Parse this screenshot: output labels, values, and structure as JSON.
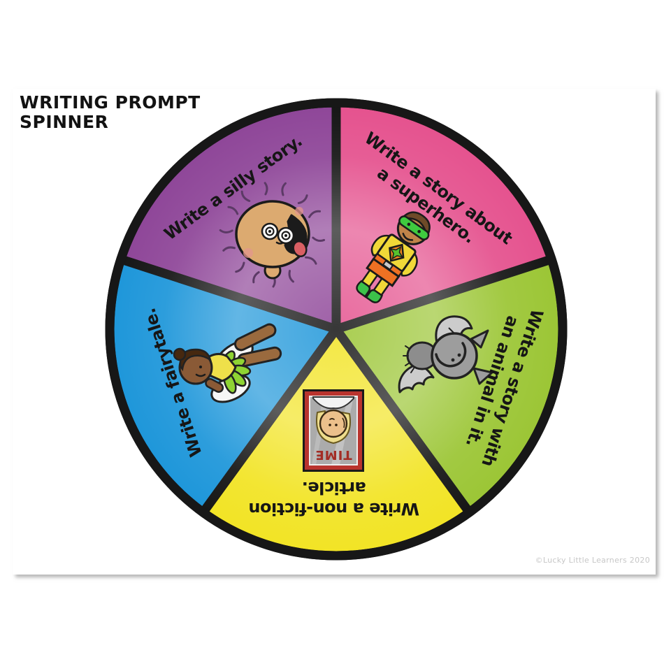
{
  "page": {
    "title_line1": "WRITING PROMPT",
    "title_line2": "SPINNER",
    "copyright": "©Lucky Little Learners 2020"
  },
  "wheel": {
    "border_color": "#171717",
    "segments": [
      {
        "name": "silly-story",
        "color": "#8f4799",
        "prompt": "Write a silly story.",
        "lines": [
          "Write a silly story."
        ],
        "clipart": "silly-face"
      },
      {
        "name": "superhero",
        "color": "#e5538f",
        "prompt": "Write a story about a superhero.",
        "lines": [
          "Write a story about",
          "a superhero."
        ],
        "clipart": "superhero-kid"
      },
      {
        "name": "animal-story",
        "color": "#9cc636",
        "prompt": "Write a story with an animal in it.",
        "lines": [
          "Write a story with",
          "an animal in it."
        ],
        "clipart": "bat"
      },
      {
        "name": "non-fiction",
        "color": "#f2e426",
        "prompt": "Write a non-fiction article.",
        "lines": [
          "Write a non-fiction",
          "article."
        ],
        "clipart": "time-magazine-cover"
      },
      {
        "name": "fairytale",
        "color": "#1f97da",
        "prompt": "Write a fairytale.",
        "lines": [
          "Write a fairytale."
        ],
        "clipart": "fairy"
      }
    ]
  },
  "cliparts": {
    "magazine_masthead": "TIME"
  }
}
